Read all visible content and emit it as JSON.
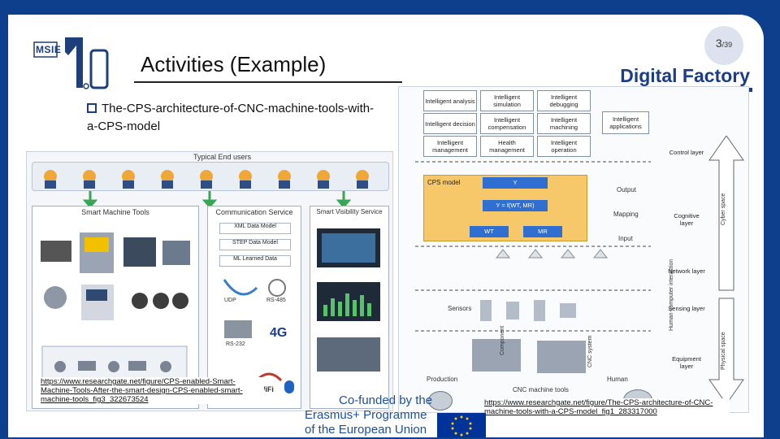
{
  "slide": {
    "logo_letters": "MSIE",
    "logo_number": "4.0",
    "title": "Activities (Example)",
    "header_right": "Digital Factory",
    "page_current": "3",
    "page_total": "/39"
  },
  "content": {
    "bullet_text": "The-CPS-architecture-of-CNC-machine-tools-with-a-CPS-model"
  },
  "left_figure": {
    "end_users_label": "Typical End users",
    "section_1": "Smart Machine Tools",
    "section_2": "Communication Service",
    "section_3": "Smart Visibility Service",
    "xml_label": "XML Data Model",
    "step_label": "STEP Data Model",
    "ml_label": "ML Learned Data",
    "udp_label": "UDP",
    "rs485_label": "RS-485",
    "rs232_label": "RS-232",
    "wifi_label": "WiFi",
    "g4_label": "4G"
  },
  "left_url": "https://www.researchgate.net/figure/CPS-enabled-Smart-Machine-Tools-After-the-smart-design-CPS-enabled-smart-machine-tools_fig3_322673524",
  "right_figure": {
    "cells": [
      [
        "Intelligent analysis",
        "Intelligent simulation",
        "Intelligent debugging"
      ],
      [
        "Intelligent decision",
        "Intelligent compensation",
        "Intelligent machining"
      ],
      [
        "Intelligent management",
        "Health management",
        "Intelligent operation"
      ]
    ],
    "intelligent_applications": "Intelligent applications",
    "cps_model": "CPS model",
    "y_label": "Y",
    "formula": "Y = f(WT, MR)",
    "wt_label": "WT",
    "mr_label": "MR",
    "output_label": "Output",
    "mapping_label": "Mapping",
    "input_label": "Input",
    "sensors_label": "Sensors",
    "production_label": "Production",
    "human_label": "Human",
    "cnc_label": "CNC machine tools",
    "component_label": "Component",
    "cnc_system_label": "CNC system",
    "control_layer": "Control layer",
    "cognitive_layer": "Cognitive layer",
    "network_layer": "Network layer",
    "sensing_layer": "Sensing layer",
    "equipment_layer": "Equipment layer",
    "cyber_space": "Cyber space",
    "physical_space": "Physical space",
    "hci_label": "Human-computer interaction"
  },
  "right_url": "https://www.researchgate.net/figure/The-CPS-architecture-of-CNC-machine-tools-with-a-CPS-model_fig1_283317000",
  "funding": {
    "line1": "Co-funded by the",
    "line2": "Erasmus+ Programme",
    "line3": "of the European Union"
  },
  "colors": {
    "background": "#0e3f8c",
    "accent": "#1b3d87",
    "eu_blue": "#003399",
    "eu_star": "#ffcc00"
  }
}
